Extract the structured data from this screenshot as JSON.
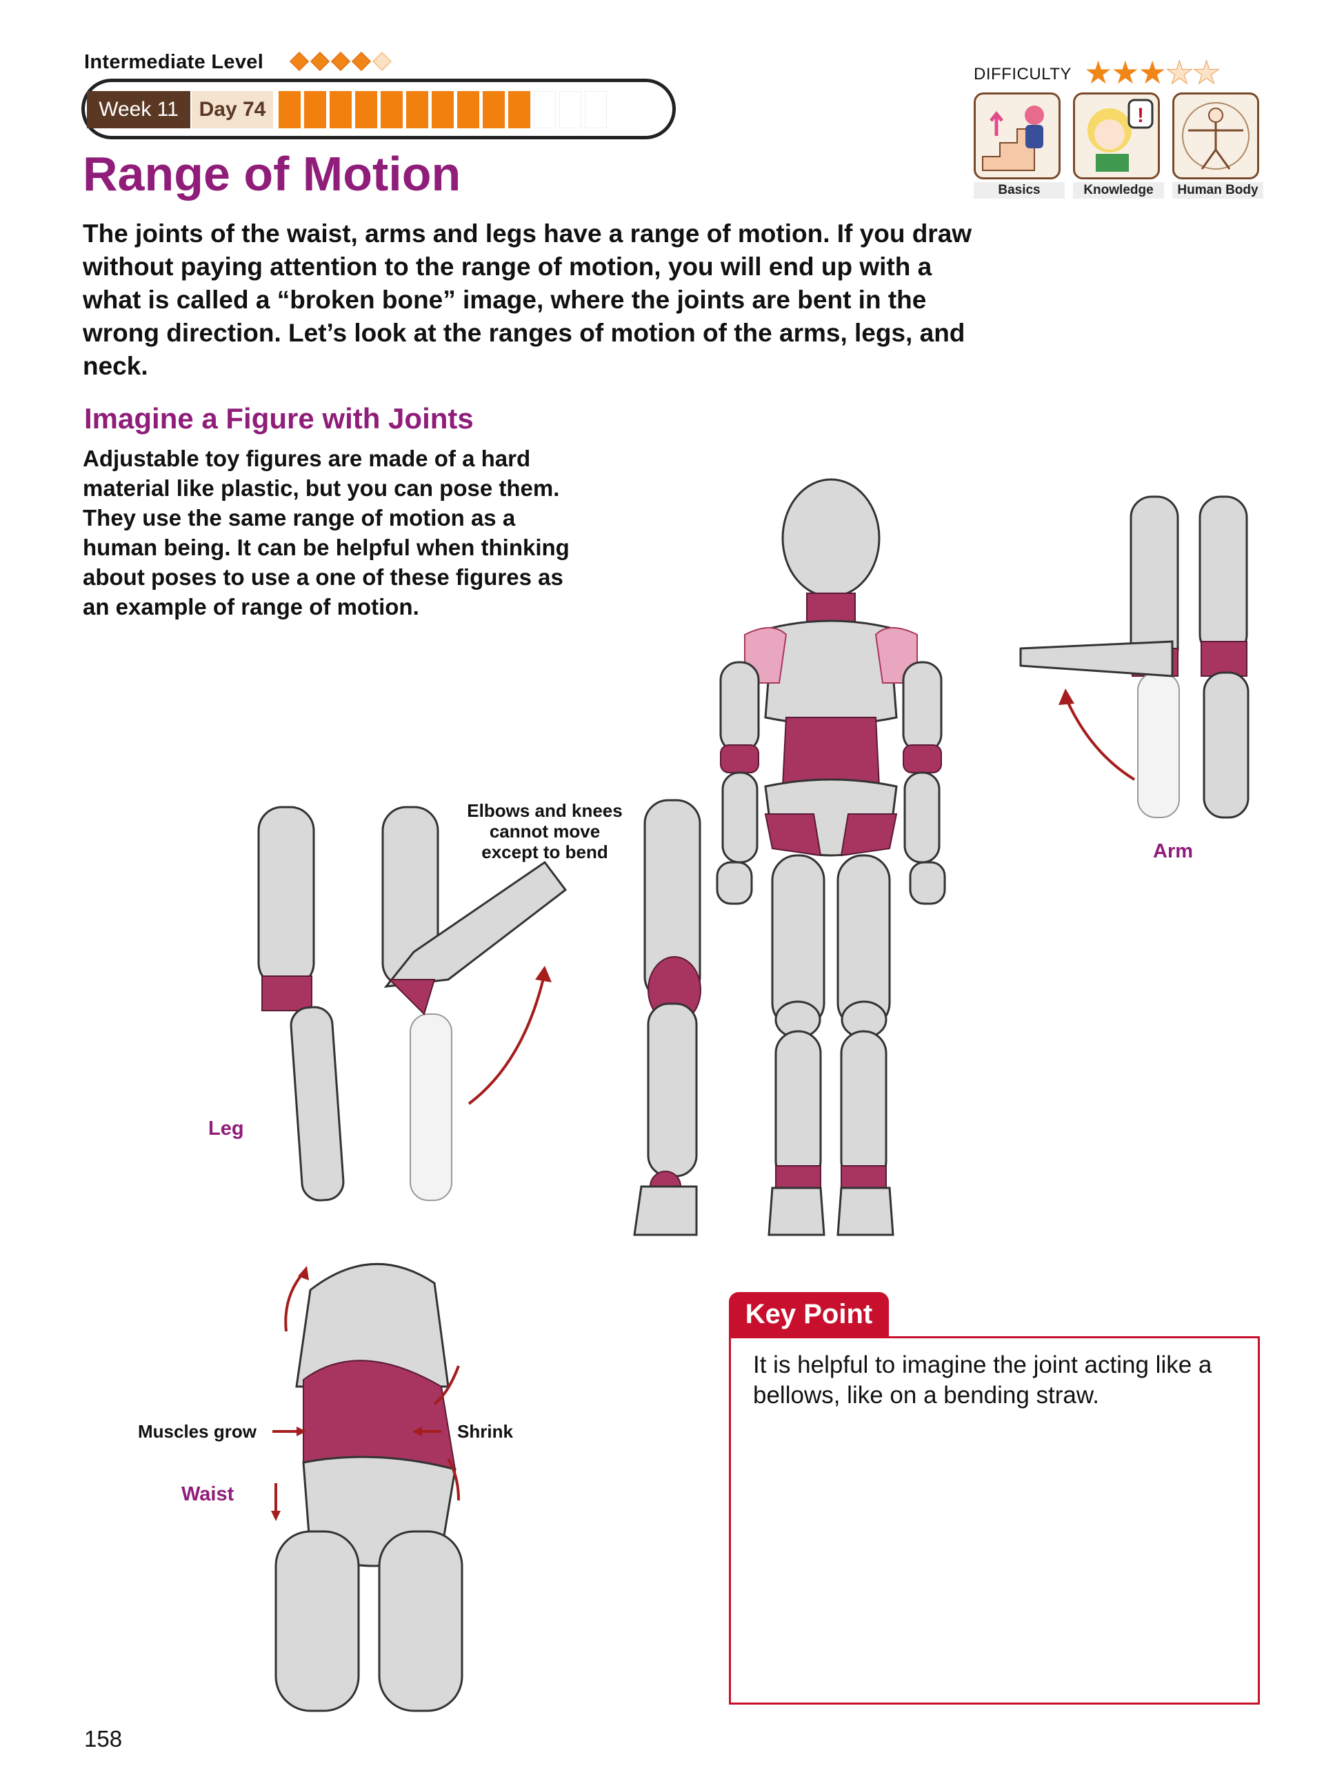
{
  "header": {
    "level_label": "Intermediate Level",
    "level_diamonds": {
      "filled": 4,
      "total": 5
    },
    "week_label": "Week 11",
    "day_label": "Day 74",
    "progress": {
      "filled": 10,
      "total": 13
    }
  },
  "difficulty": {
    "label": "DIFFICULTY",
    "stars": {
      "filled": 3,
      "total": 5
    }
  },
  "categories": [
    {
      "label": "Basics",
      "icon": "stairs-character-icon"
    },
    {
      "label": "Knowledge",
      "icon": "reading-character-icon"
    },
    {
      "label": "Human Body",
      "icon": "vitruvian-figure-icon"
    }
  ],
  "title": "Range of Motion",
  "intro": "The joints of the waist, arms and legs have a range of motion. If you draw without paying attention to the range of motion, you will end up with a what is called a “broken bone” image, where the joints are bent in the wrong direction. Let’s look at the ranges of motion of the arms, legs, and neck.",
  "section": {
    "heading": "Imagine a Figure with Joints",
    "body": "Adjustable toy figures are made of a hard material like plastic, but you can pose them. They use the same range of motion as a human being. It can be helpful when thinking about poses to use a one of these figures as an example of range of motion."
  },
  "figure_labels": {
    "elbow_knee_note": [
      "Elbows and knees",
      "cannot move",
      "except to bend"
    ],
    "leg": "Leg",
    "arm": "Arm",
    "waist": "Waist",
    "muscles_grow": "Muscles grow",
    "shrink": "Shrink"
  },
  "key_point": {
    "tab": "Key Point",
    "text": "It is helpful to imagine the joint acting like a bellows, like on a bending straw."
  },
  "colors": {
    "accent_purple": "#8f1d79",
    "progress_orange": "#f2800f",
    "joint_magenta": "#a83560",
    "key_point_red": "#c8102e",
    "arrow_red": "#a51d1d"
  },
  "page_number": "158"
}
